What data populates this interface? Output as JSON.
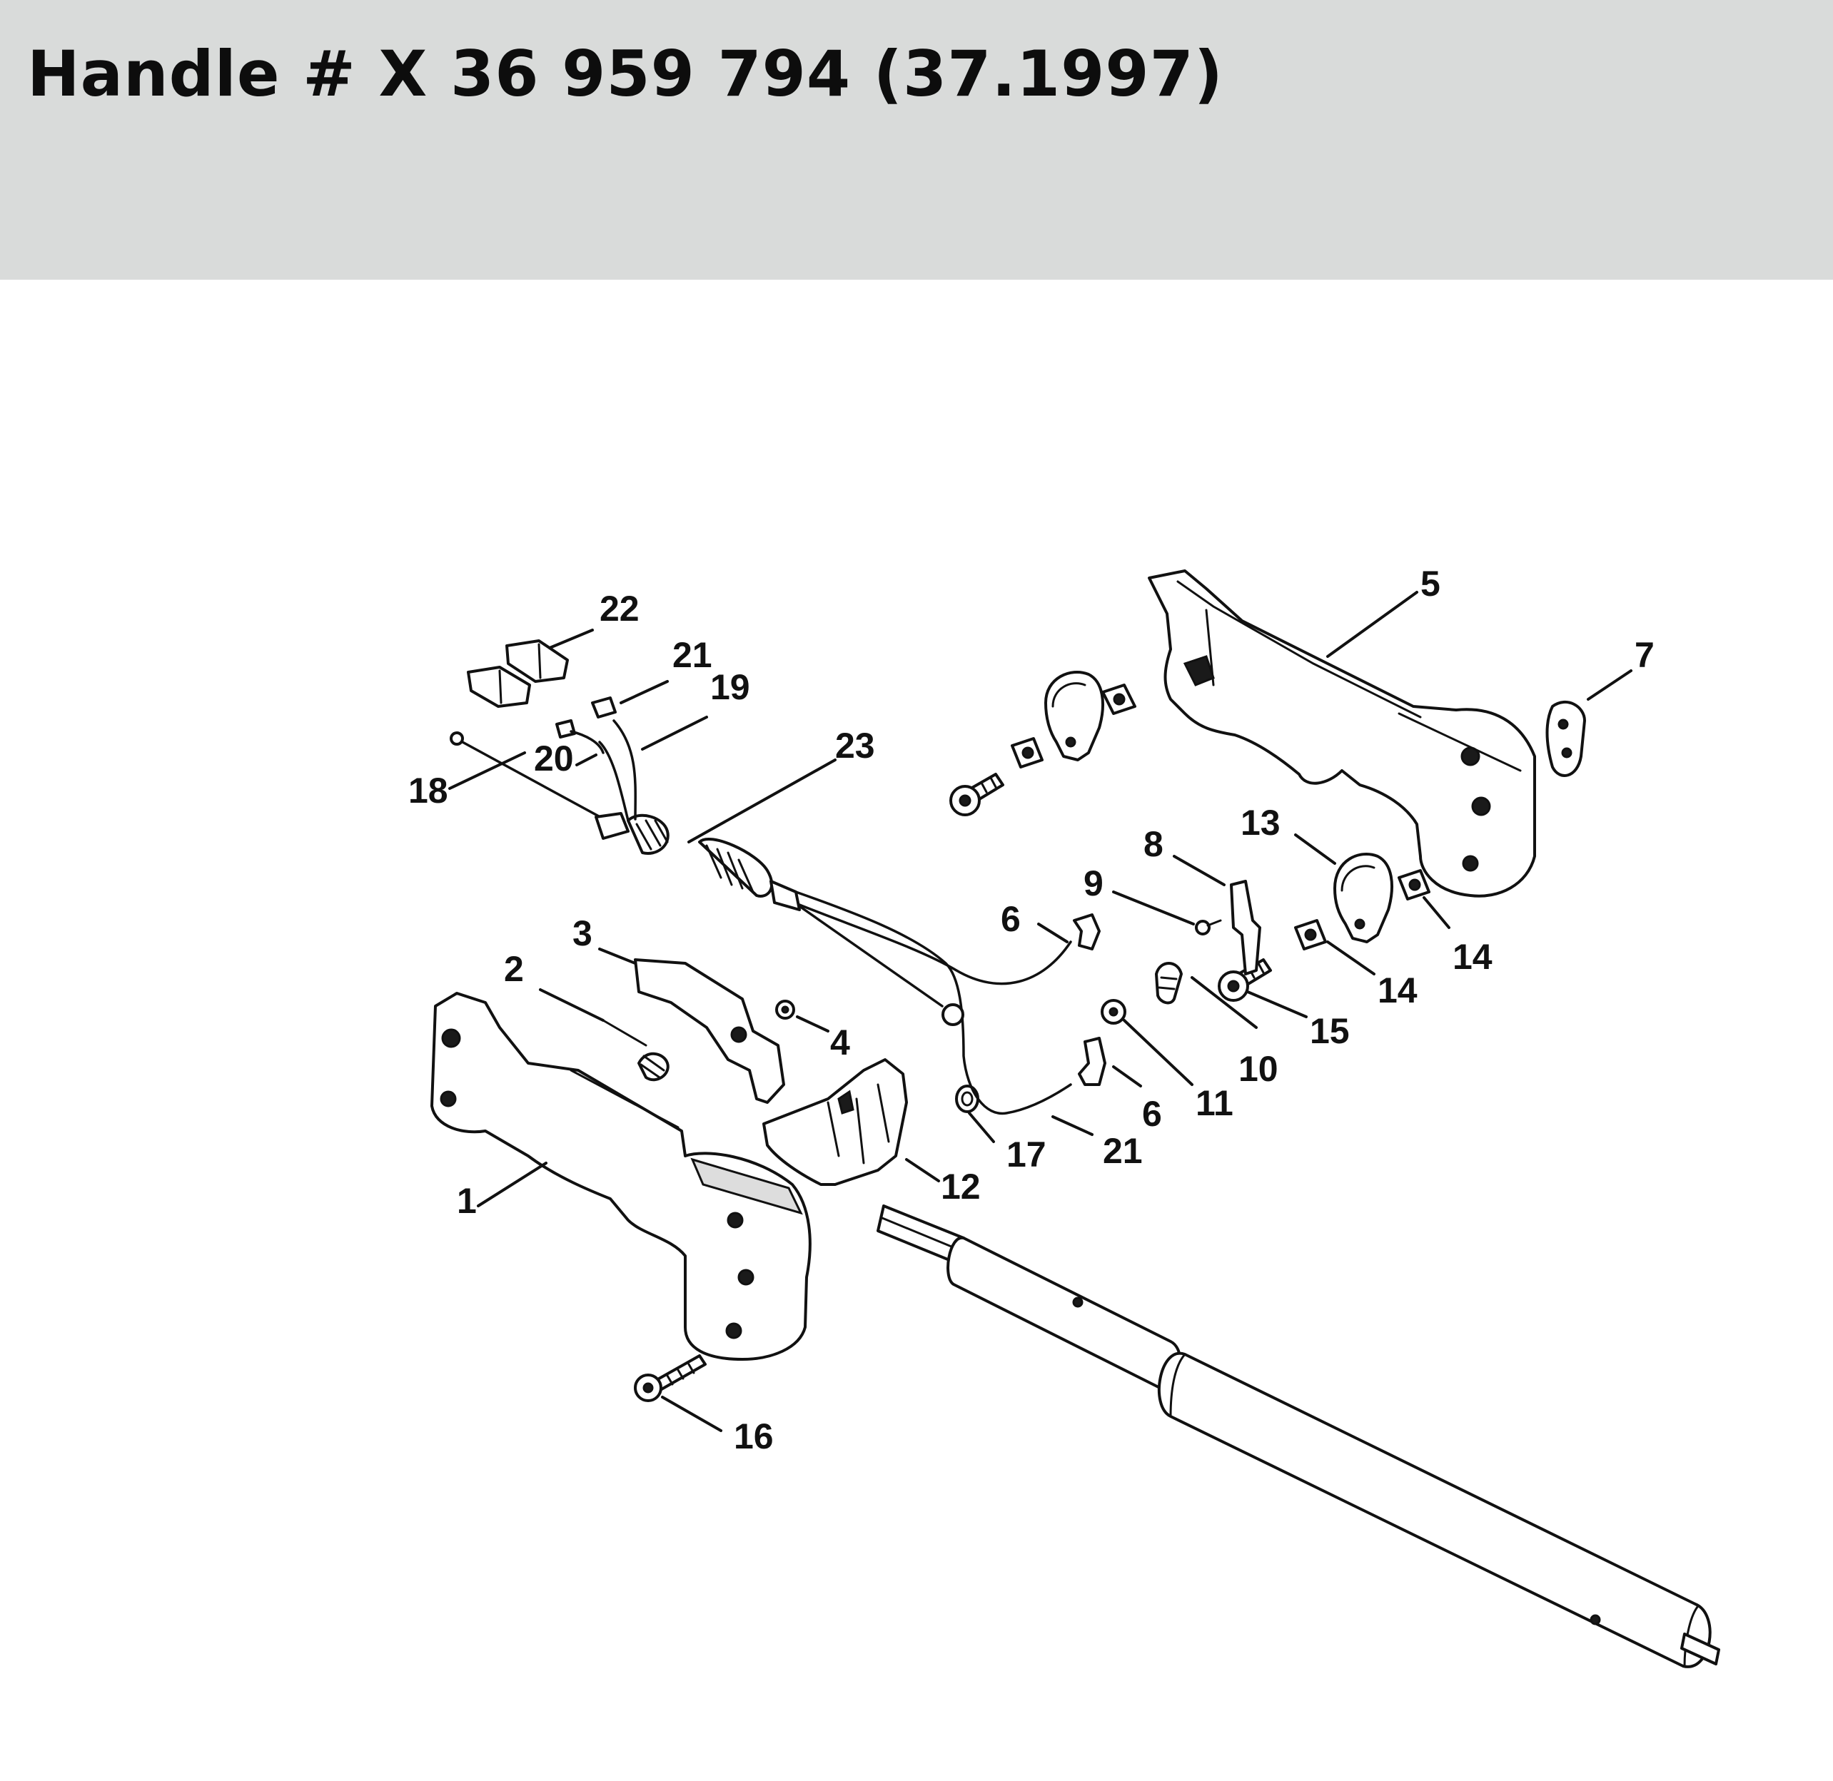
{
  "header": {
    "title": "Handle # X 36 959 794 (37.1997)",
    "background": "#d9dbda"
  },
  "diagram": {
    "callouts": [
      {
        "id": "c1",
        "label": "1"
      },
      {
        "id": "c2",
        "label": "2"
      },
      {
        "id": "c3",
        "label": "3"
      },
      {
        "id": "c4",
        "label": "4"
      },
      {
        "id": "c5",
        "label": "5"
      },
      {
        "id": "c6a",
        "label": "6"
      },
      {
        "id": "c6b",
        "label": "6"
      },
      {
        "id": "c7",
        "label": "7"
      },
      {
        "id": "c8",
        "label": "8"
      },
      {
        "id": "c9",
        "label": "9"
      },
      {
        "id": "c10",
        "label": "10"
      },
      {
        "id": "c11",
        "label": "11"
      },
      {
        "id": "c12",
        "label": "12"
      },
      {
        "id": "c13",
        "label": "13"
      },
      {
        "id": "c14a",
        "label": "14"
      },
      {
        "id": "c14b",
        "label": "14"
      },
      {
        "id": "c15",
        "label": "15"
      },
      {
        "id": "c16",
        "label": "16"
      },
      {
        "id": "c17",
        "label": "17"
      },
      {
        "id": "c18",
        "label": "18"
      },
      {
        "id": "c19",
        "label": "19"
      },
      {
        "id": "c20",
        "label": "20"
      },
      {
        "id": "c21a",
        "label": "21"
      },
      {
        "id": "c21b",
        "label": "21"
      },
      {
        "id": "c22",
        "label": "22"
      },
      {
        "id": "c23",
        "label": "23"
      }
    ]
  }
}
